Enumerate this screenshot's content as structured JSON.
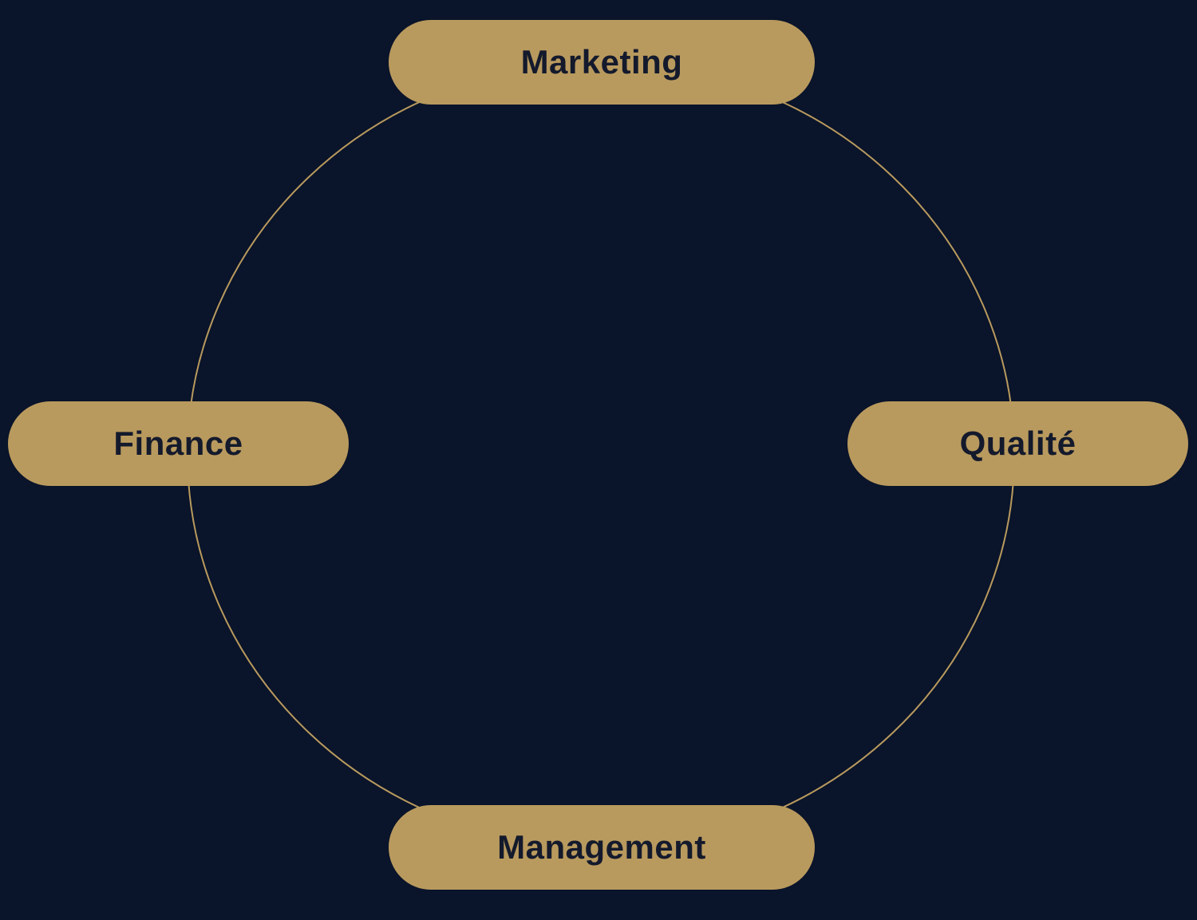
{
  "colors": {
    "background": "#0a142a",
    "accent": "#b99a5e",
    "text": "#141a2c"
  },
  "nodes": {
    "top": "Marketing",
    "left": "Finance",
    "right": "Qualité",
    "bottom": "Management"
  }
}
